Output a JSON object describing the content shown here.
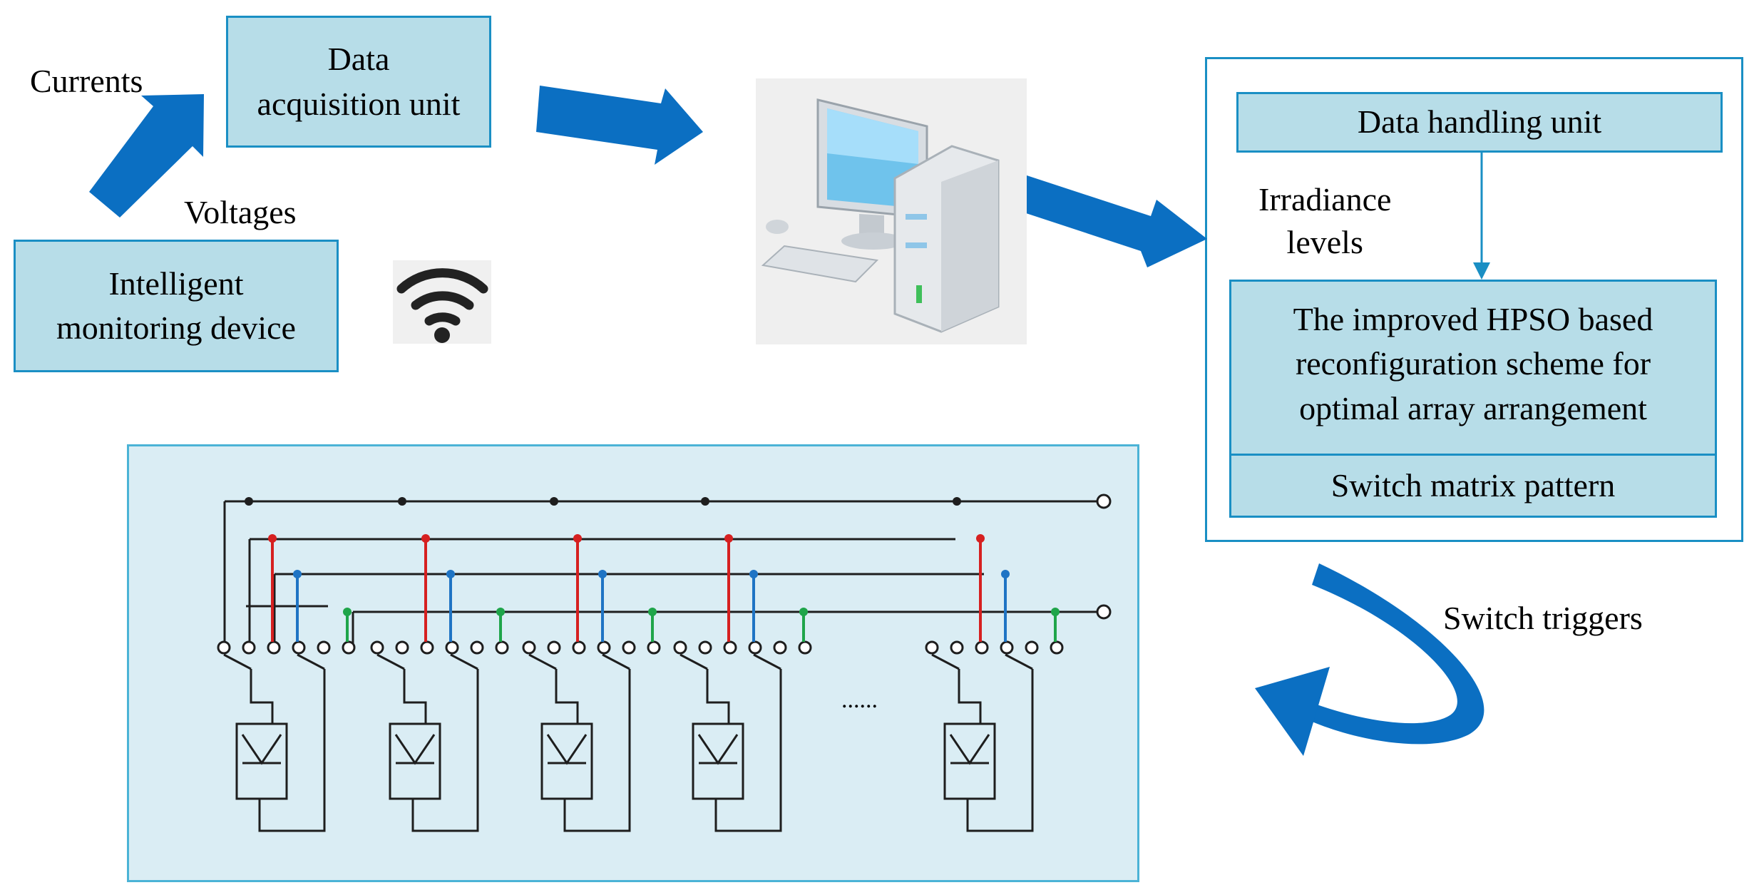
{
  "nodes": {
    "data_acquisition": "Data\nacquisition unit",
    "intelligent_monitoring": "Intelligent\nmonitoring device",
    "data_handling": "Data handling unit",
    "hpso_scheme": "The improved HPSO based\nreconfiguration scheme for\noptimal array arrangement",
    "switch_matrix": "Switch matrix pattern"
  },
  "labels": {
    "currents": "Currents",
    "voltages": "Voltages",
    "irradiance": "Irradiance\nlevels",
    "switch_triggers": "Switch triggers",
    "ellipsis": "......"
  },
  "icons": [
    "wifi-icon",
    "computer-icon",
    "pv-panel-icon"
  ],
  "colors": {
    "box_fill": "#b7dde8",
    "box_border": "#1a8fc4",
    "arrow_blue": "#0b6fc2",
    "circuit_bg": "#daedf4",
    "red_line": "#d62020",
    "blue_line": "#1f74c4",
    "green_line": "#1fa54a"
  }
}
